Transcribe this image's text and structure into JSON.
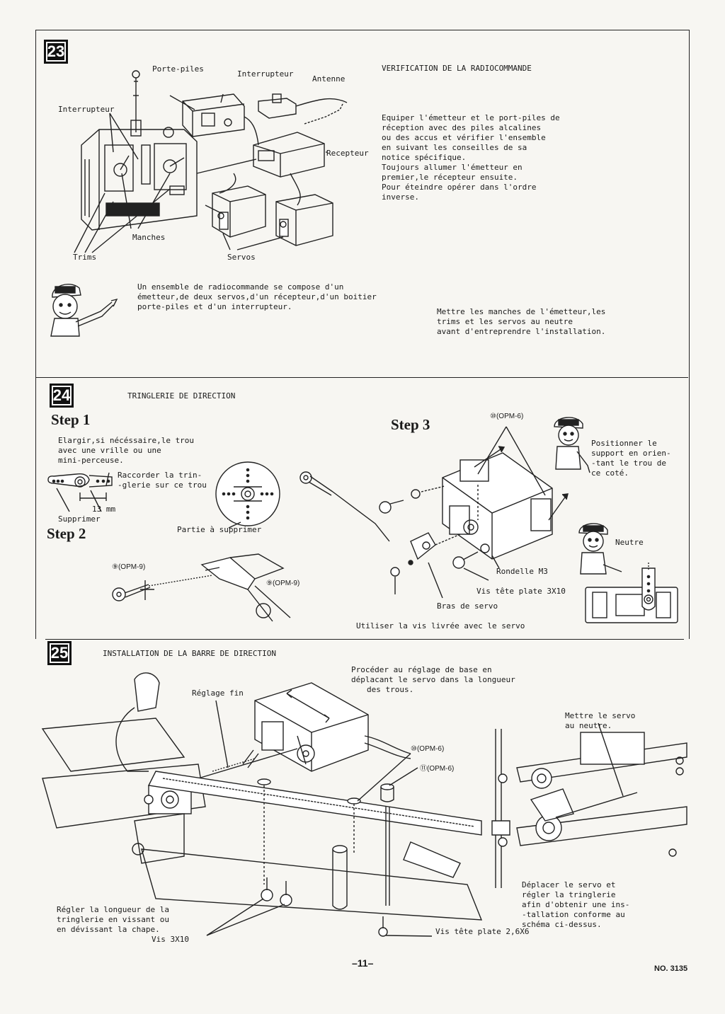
{
  "s23": {
    "num": "23",
    "title": "VERIFICATION DE LA RADIOCOMMANDE",
    "labels": {
      "porte_piles": "Porte-piles",
      "interrupteur_top": "Interrupteur",
      "antenne": "Antenne",
      "interrupteur_left": "Interrupteur",
      "recepteur": "Recepteur",
      "manches": "Manches",
      "trims": "Trims",
      "servos": "Servos"
    },
    "instructions": [
      "Equiper l'émetteur et le port-piles de",
      "réception avec des piles alcalines",
      "ou des accus et vérifier l'ensemble",
      "en suivant les conseilles de sa",
      "notice spécifique.",
      "Toujours allumer l'émetteur en",
      "premier,le récepteur ensuite.",
      "Pour éteindre opérer dans l'ordre",
      "inverse."
    ],
    "note": [
      "Un ensemble de radiocommande se compose d'un",
      "émetteur,de deux servos,d'un récepteur,d'un boitier",
      "porte-piles et d'un interrupteur."
    ],
    "neutral_note": [
      "Mettre les manches de l'émetteur,les",
      "trims et les servos au neutre",
      "avant d'entreprendre l'installation."
    ]
  },
  "s24": {
    "num": "24",
    "title": "TRINGLERIE DE DIRECTION",
    "step1": "Step 1",
    "step1_text": [
      "Elargir,si nécéssaire,le trou",
      "avec une vrille ou une",
      "mini-perceuse."
    ],
    "raccorder": [
      "Raccorder la trin-",
      "-glerie sur ce trou"
    ],
    "dim": "13 mm",
    "supprimer": "Supprimer",
    "partie": "Partie à supprimer",
    "step2": "Step 2",
    "part91": "(OPM-9)",
    "part99": "(OPM-9)",
    "step3": "Step 3",
    "part100": "(OPM-6)",
    "positionner": [
      "Positionner le",
      "support en orien-",
      "-tant le trou de",
      "ce coté."
    ],
    "neutre": "Neutre",
    "rondelle": "Rondelle M3",
    "vis_tete": "Vis tête plate 3X10",
    "bras": "Bras de servo",
    "utiliser": "Utiliser la vis livrée avec le servo"
  },
  "s25": {
    "num": "25",
    "title": "INSTALLATION DE LA BARRE DE DIRECTION",
    "proceder": [
      "Procéder au réglage de base en",
      "déplacant le servo dans la longueur",
      "des trous."
    ],
    "reglage_fin": "Réglage fin",
    "part101": "(OPM-6)",
    "part111": "(OPM-6)",
    "mettre": [
      "Mettre le servo",
      "au neutre."
    ],
    "deplacer": [
      "Déplacer le servo et",
      "régler la tringlerie",
      "afin d'obtenir une ins-",
      "-tallation conforme au",
      "schéma ci-dessus."
    ],
    "regler": [
      "Régler la longueur de la",
      "tringlerie en vissant ou",
      "en dévissant la chape."
    ],
    "vis3x10": "Vis 3X10",
    "vis26": "Vis tête plate 2,6X6"
  },
  "footer": {
    "page": "–11–",
    "code": "NO. 3135"
  }
}
